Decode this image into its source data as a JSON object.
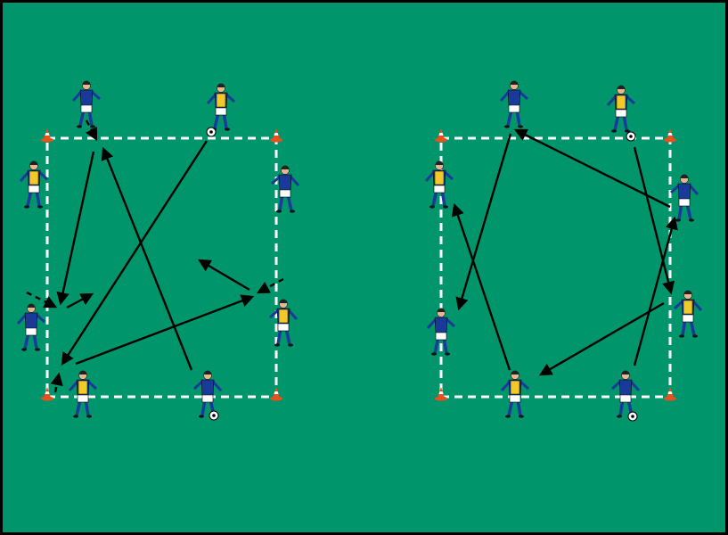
{
  "colors": {
    "border": "#000000",
    "pitch": "#00956a",
    "lines": "#ffffff",
    "arrows": "#000000",
    "team_blue_shirt": "#1a3a9a",
    "team_yellow_bib": "#f2c92a",
    "shorts": "#ffffff",
    "socks": "#1a3a9a",
    "cone": "#e8501e"
  },
  "diagrams": [
    {
      "name": "left-drill",
      "players": 8,
      "cones": 4,
      "balls": 2,
      "pass_arrows": 6,
      "run_arrows": 4
    },
    {
      "name": "right-drill",
      "players": 8,
      "cones": 4,
      "balls": 2,
      "pass_arrows": 6,
      "run_arrows": 0
    }
  ]
}
